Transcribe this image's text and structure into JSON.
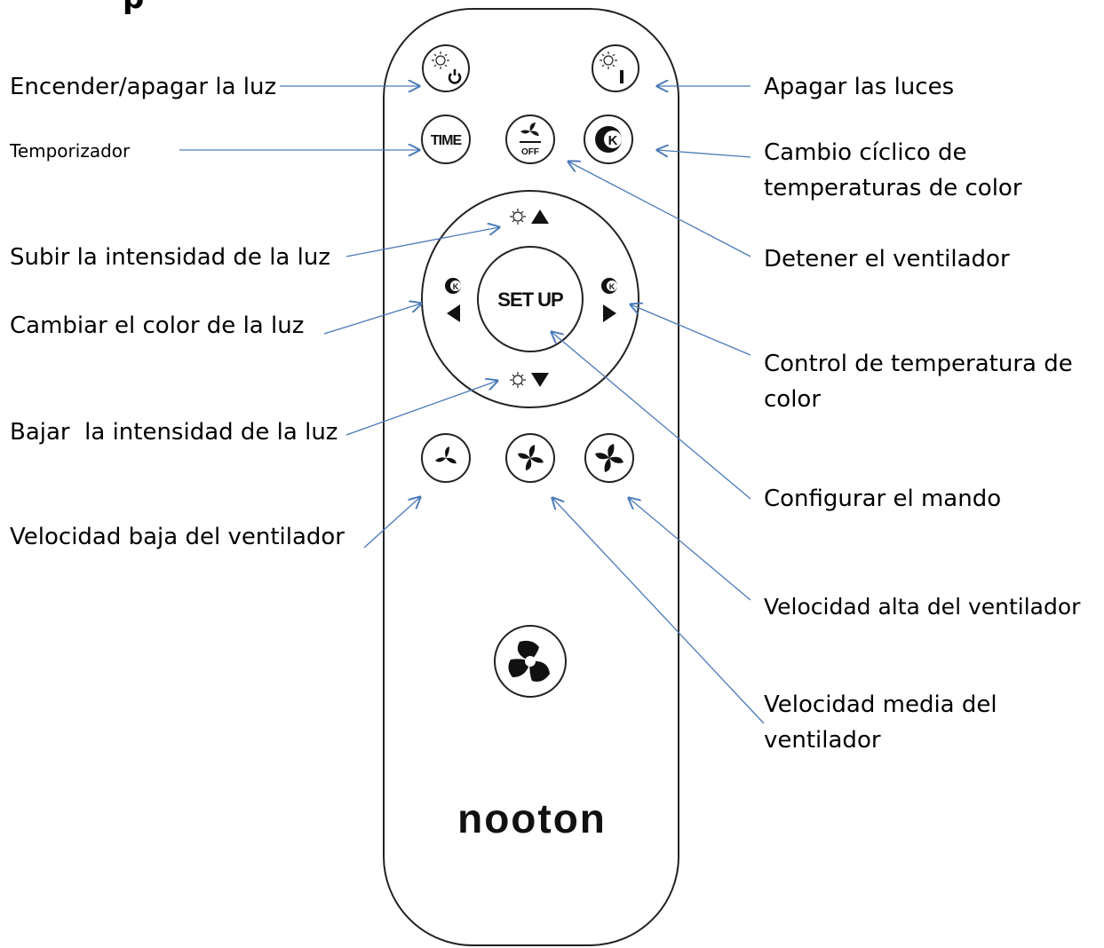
{
  "header": {
    "partial_title": "p"
  },
  "remote": {
    "brand": "nooton",
    "time_label": "TIME",
    "setup_label": "SET UP",
    "off_label": "OFF",
    "k_label": "K",
    "on_mark": "I"
  },
  "labels": {
    "light_toggle": "Encender/apagar la luz",
    "timer": "Temporizador",
    "brightness_up": "Subir la intensidad de la luz",
    "light_color": "Cambiar el color de la luz",
    "brightness_down": "Bajar  la intensidad de la luz",
    "fan_low": "Velocidad baja del ventilador",
    "lights_off": "Apagar las luces",
    "color_cycle": "Cambio cíclico de temperaturas de color",
    "fan_stop": "Detener el ventilador",
    "color_temp": "Control de temperatura de color",
    "configure": "Configurar el mando",
    "fan_high": "Velocidad alta del ventilador",
    "fan_mid": "Velocidad media del ventilador"
  },
  "colors": {
    "arrow": "#4a7ab8",
    "outline": "#222222"
  }
}
